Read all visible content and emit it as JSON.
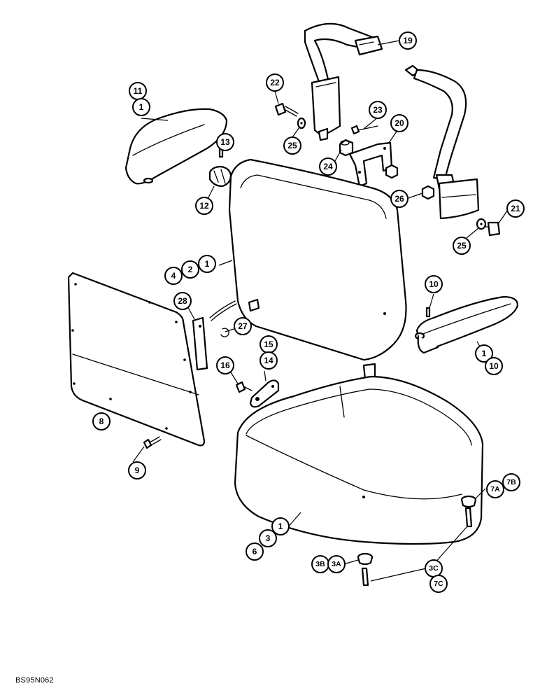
{
  "drawing_ref": "BS95N062",
  "callouts": {
    "c19": "19",
    "c22": "22",
    "c25a": "25",
    "c23": "23",
    "c20": "20",
    "c24": "24",
    "c26": "26",
    "c21": "21",
    "c25b": "25",
    "c11": "11",
    "c1a": "1",
    "c13": "13",
    "c12": "12",
    "c4": "4",
    "c2": "2",
    "c1b": "1",
    "c10a": "10",
    "c1c": "1",
    "c10b": "10",
    "c28": "28",
    "c27": "27",
    "c15": "15",
    "c14": "14",
    "c16": "16",
    "c8": "8",
    "c9": "9",
    "c1d": "1",
    "c3a": "3",
    "c6": "6",
    "c7a": "7A",
    "c7b": "7B",
    "c3b": "3B",
    "c3ax": "3A",
    "c3c": "3C",
    "c7c": "7C"
  },
  "colors": {
    "line": "#000000",
    "background": "#ffffff"
  }
}
